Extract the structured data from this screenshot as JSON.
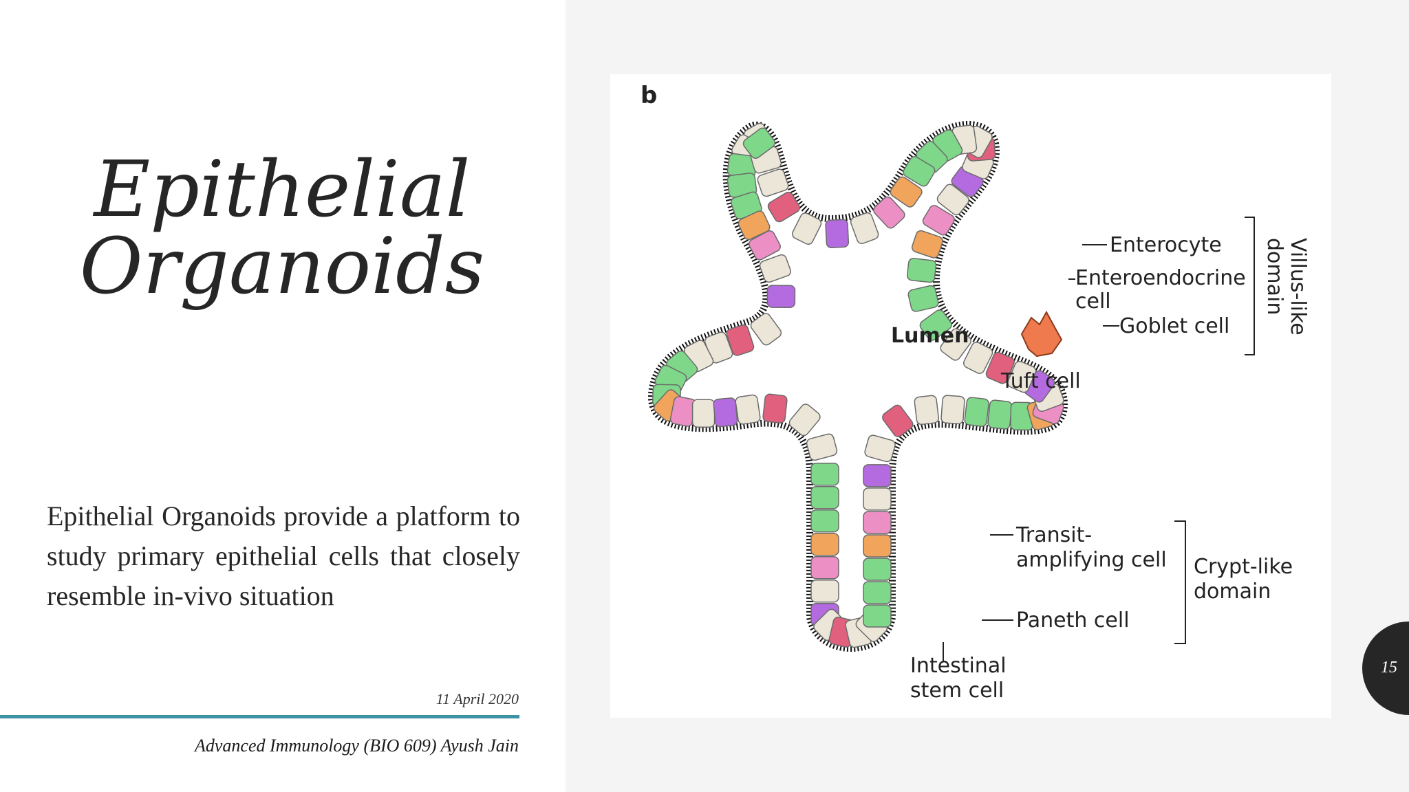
{
  "slide": {
    "title_line1": "Epithelial",
    "title_line2": "Organoids",
    "body": "Epithelial Organoids provide a platform to study primary epithelial cells that closely resemble in-vivo situation",
    "date": "11 April 2020",
    "footer": "Advanced Immunology (BIO 609)  Ayush Jain",
    "page_number": "15"
  },
  "figure": {
    "panel_letter": "b",
    "lumen": "Lumen",
    "enterocyte": "Enterocyte",
    "enteroendocrine_1": "Enteroendocrine",
    "enteroendocrine_2": "cell",
    "goblet": "Goblet cell",
    "tuft": "Tuft cell",
    "villus_1": "Villus-like",
    "villus_2": "domain",
    "transit_1": "Transit-",
    "transit_2": "amplifying cell",
    "crypt_1": "Crypt-like",
    "crypt_2": "domain",
    "paneth": "Paneth cell",
    "stem_1": "Intestinal",
    "stem_2": "stem cell"
  },
  "colors": {
    "accent_rule": "#3d93a3",
    "badge": "#262626",
    "enterocyte_cell": "#ece6d8",
    "transit_cell": "#7fd88a",
    "paneth_cell": "#f0a45c",
    "stem_cell": "#ec8fc4",
    "goblet_cell": "#b46be0",
    "enteroendocrine_cell": "#e0607e",
    "tuft_cell": "#ee7a4e"
  }
}
